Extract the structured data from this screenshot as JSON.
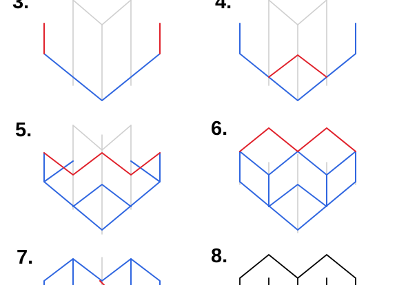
{
  "steps": [
    {
      "label": "3."
    },
    {
      "label": "4."
    },
    {
      "label": "5."
    },
    {
      "label": "6."
    },
    {
      "label": "7."
    },
    {
      "label": "8."
    }
  ],
  "colors": {
    "guide": "#cfcfcf",
    "existing": "#2f66e0",
    "new": "#e0202a",
    "final": "#000000",
    "background": "#ffffff"
  }
}
